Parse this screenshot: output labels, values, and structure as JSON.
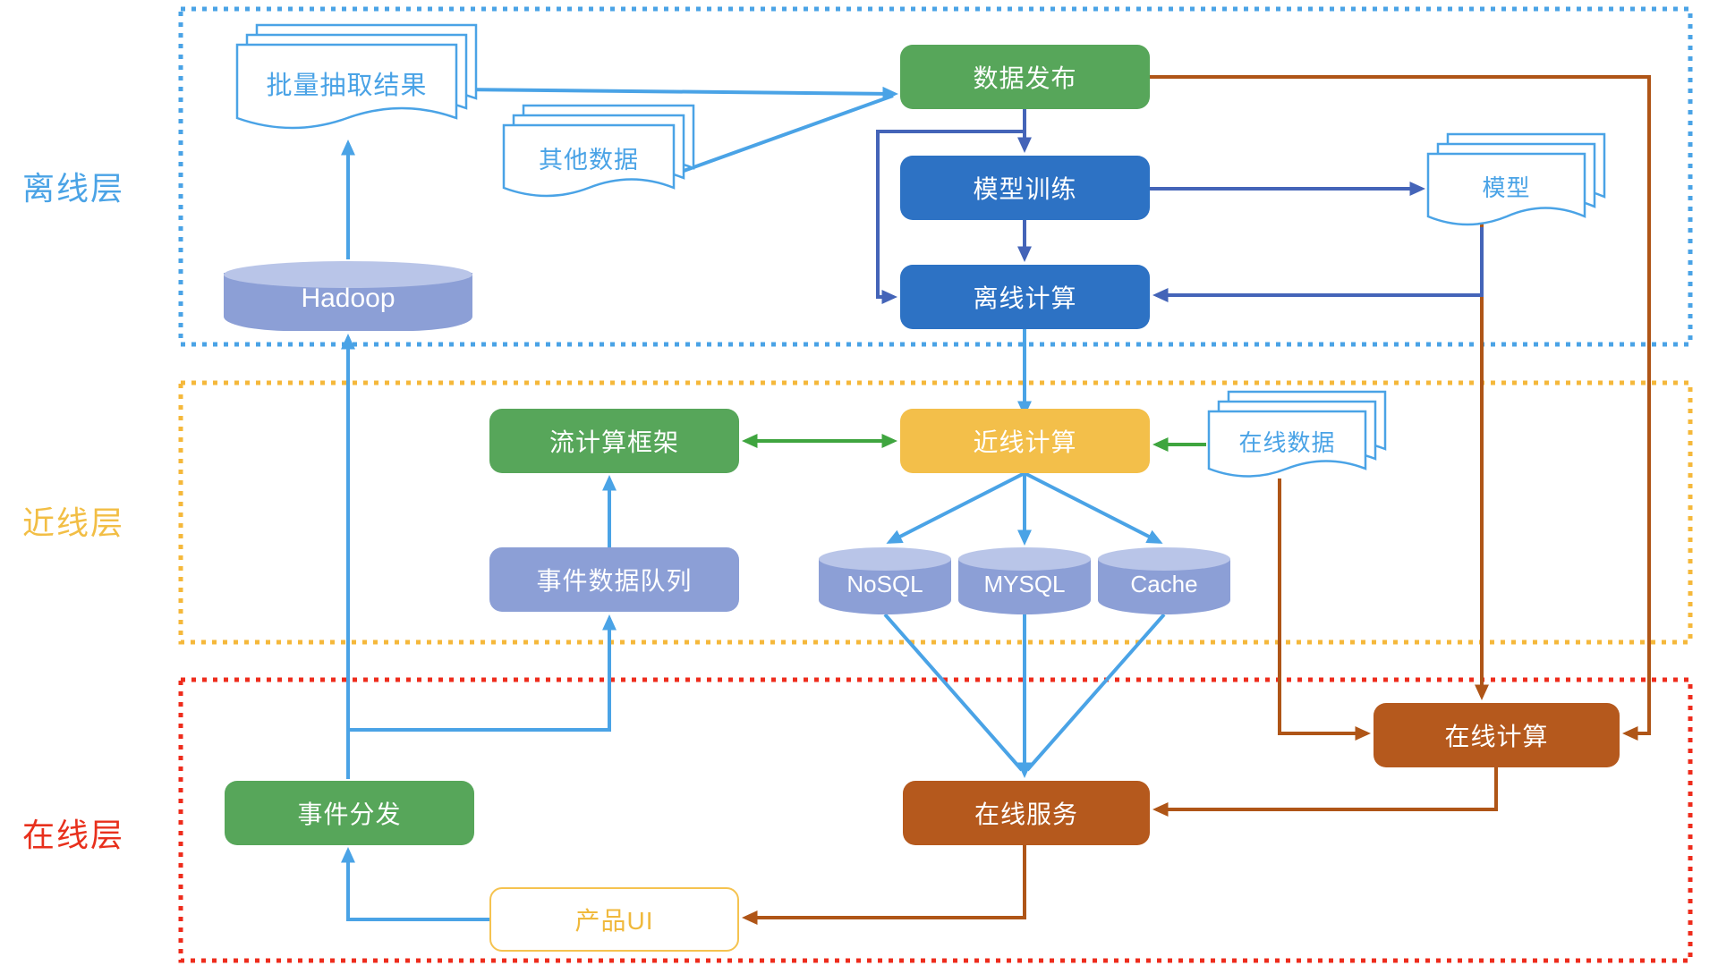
{
  "layers": {
    "offline": {
      "label": "离线层",
      "border_color": "#4AA3E6"
    },
    "nearline": {
      "label": "近线层",
      "border_color": "#F5B83B"
    },
    "online": {
      "label": "在线层",
      "border_color": "#EE2C1C"
    }
  },
  "nodes": {
    "batch_extract_result": {
      "label": "批量抽取结果",
      "type": "document",
      "layer": "offline"
    },
    "other_data": {
      "label": "其他数据",
      "type": "document",
      "layer": "offline"
    },
    "data_publish": {
      "label": "数据发布",
      "type": "process",
      "layer": "offline"
    },
    "model_training": {
      "label": "模型训练",
      "type": "process",
      "layer": "offline"
    },
    "offline_compute": {
      "label": "离线计算",
      "type": "process",
      "layer": "offline"
    },
    "model": {
      "label": "模型",
      "type": "document",
      "layer": "offline"
    },
    "hadoop": {
      "label": "Hadoop",
      "type": "database",
      "layer": "offline"
    },
    "stream_framework": {
      "label": "流计算框架",
      "type": "process",
      "layer": "nearline"
    },
    "nearline_compute": {
      "label": "近线计算",
      "type": "process",
      "layer": "nearline"
    },
    "online_data": {
      "label": "在线数据",
      "type": "document",
      "layer": "nearline"
    },
    "event_queue": {
      "label": "事件数据队列",
      "type": "process",
      "layer": "nearline"
    },
    "nosql": {
      "label": "NoSQL",
      "type": "database",
      "layer": "nearline"
    },
    "mysql": {
      "label": "MYSQL",
      "type": "database",
      "layer": "nearline"
    },
    "cache": {
      "label": "Cache",
      "type": "database",
      "layer": "nearline"
    },
    "online_compute": {
      "label": "在线计算",
      "type": "process",
      "layer": "online"
    },
    "event_dispatch": {
      "label": "事件分发",
      "type": "process",
      "layer": "online"
    },
    "online_service": {
      "label": "在线服务",
      "type": "process",
      "layer": "online"
    },
    "product_ui": {
      "label": "产品UI",
      "type": "process",
      "layer": "online"
    }
  },
  "edges": [
    {
      "from": "批量抽取结果",
      "to": "数据发布",
      "color": "lightblue"
    },
    {
      "from": "其他数据",
      "to": "数据发布",
      "color": "lightblue"
    },
    {
      "from": "Hadoop",
      "to": "批量抽取结果",
      "color": "lightblue"
    },
    {
      "from": "事件分发",
      "to": "Hadoop",
      "color": "lightblue"
    },
    {
      "from": "事件分发",
      "to": "事件数据队列",
      "color": "lightblue"
    },
    {
      "from": "事件数据队列",
      "to": "流计算框架",
      "color": "lightblue"
    },
    {
      "from": "离线计算",
      "to": "近线计算",
      "color": "lightblue"
    },
    {
      "from": "近线计算",
      "to": "NoSQL",
      "color": "lightblue"
    },
    {
      "from": "近线计算",
      "to": "MYSQL",
      "color": "lightblue"
    },
    {
      "from": "近线计算",
      "to": "Cache",
      "color": "lightblue"
    },
    {
      "from": "NoSQL",
      "to": "在线服务",
      "color": "lightblue"
    },
    {
      "from": "MYSQL",
      "to": "在线服务",
      "color": "lightblue"
    },
    {
      "from": "Cache",
      "to": "在线服务",
      "color": "lightblue"
    },
    {
      "from": "产品UI",
      "to": "事件分发",
      "color": "lightblue"
    },
    {
      "from": "数据发布",
      "to": "模型训练",
      "color": "darkblue"
    },
    {
      "from": "数据发布",
      "to": "离线计算",
      "color": "darkblue"
    },
    {
      "from": "模型训练",
      "to": "离线计算",
      "color": "darkblue"
    },
    {
      "from": "模型训练",
      "to": "模型",
      "color": "darkblue"
    },
    {
      "from": "模型",
      "to": "离线计算",
      "color": "darkblue"
    },
    {
      "from": "流计算框架",
      "to": "近线计算",
      "color": "green",
      "bidirectional": true
    },
    {
      "from": "在线数据",
      "to": "近线计算",
      "color": "green"
    },
    {
      "from": "数据发布",
      "to": "在线计算",
      "color": "brown"
    },
    {
      "from": "模型",
      "to": "在线计算",
      "color": "brown"
    },
    {
      "from": "在线数据",
      "to": "在线计算",
      "color": "brown"
    },
    {
      "from": "在线计算",
      "to": "在线服务",
      "color": "brown"
    },
    {
      "from": "在线服务",
      "to": "产品UI",
      "color": "brown"
    }
  ],
  "colors": {
    "process_green": "#57A65A",
    "process_blue": "#2D72C4",
    "process_yellow": "#F3BF4A",
    "process_slate": "#8C9FD6",
    "process_brown": "#B5591D",
    "edge_lightblue": "#4AA3E6",
    "edge_darkblue": "#4464B8",
    "edge_green": "#3FA53F",
    "edge_brown": "#AF5517",
    "doc_stroke": "#4AA3E6",
    "product_ui_border": "#F5C350"
  }
}
